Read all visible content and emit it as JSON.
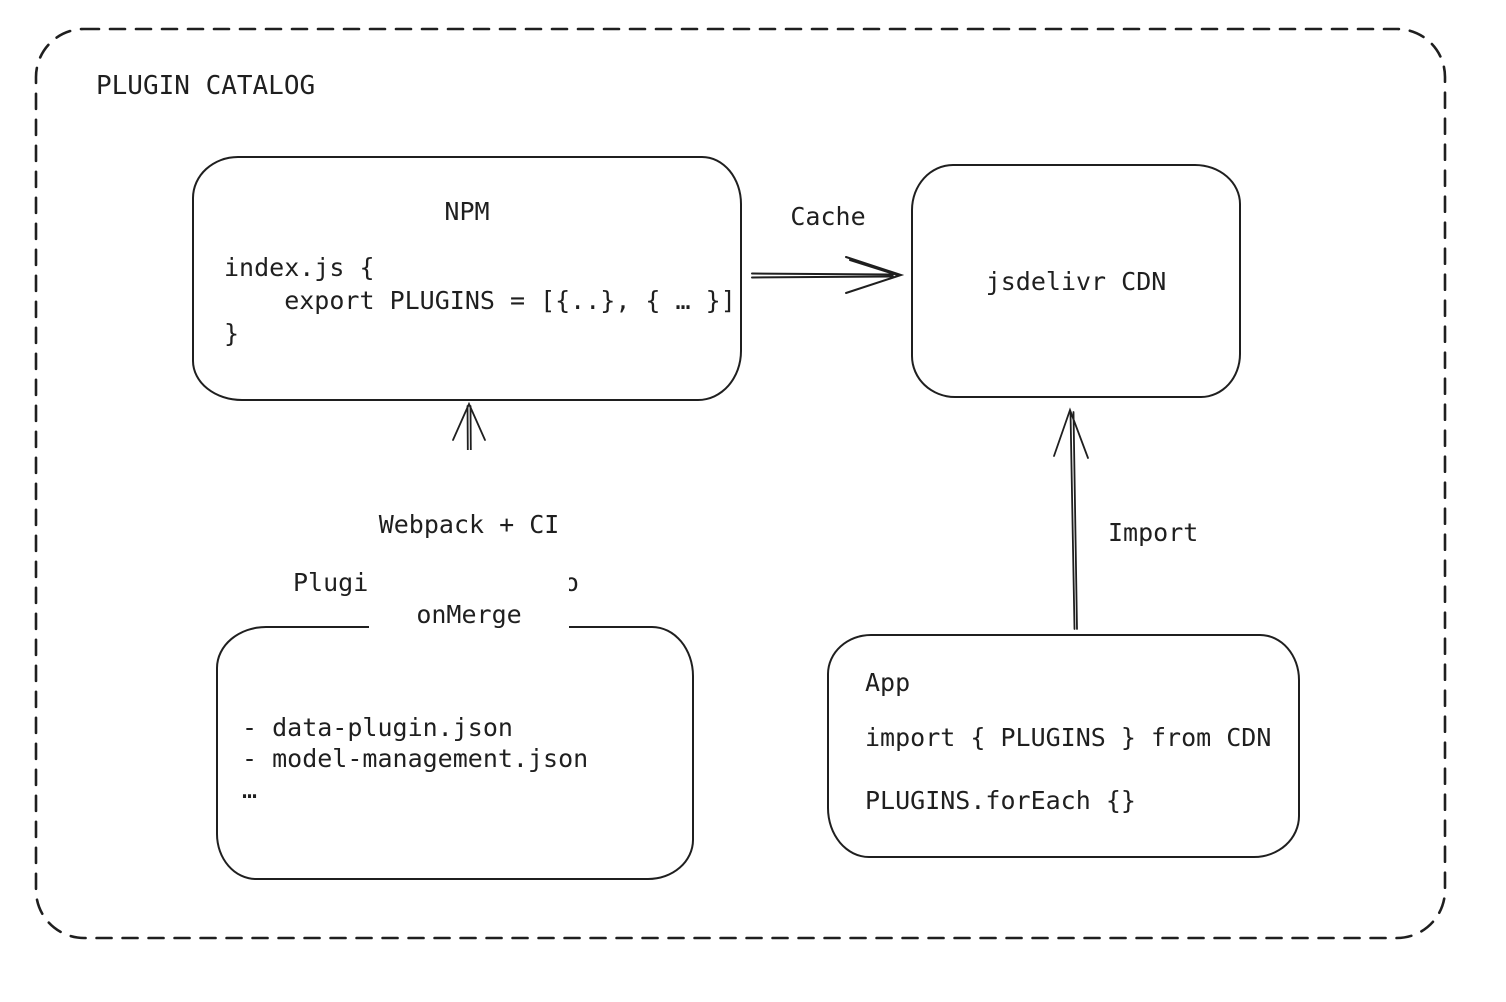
{
  "title": "PLUGIN CATALOG",
  "colors": {
    "ink": "#1f1f1f",
    "background": "#ffffff"
  },
  "nodes": {
    "npm": {
      "title": "NPM",
      "code": [
        "index.js {",
        "    export PLUGINS = [{..}, { … }]",
        "}"
      ]
    },
    "cdn": {
      "label": "jsdelivr CDN"
    },
    "repo": {
      "label": "Plugin Catalog Repo",
      "items": [
        "- data-plugin.json",
        "- model-management.json",
        "…"
      ]
    },
    "app": {
      "title": "App",
      "code": [
        "import { PLUGINS } from CDN",
        "PLUGINS.forEach {}"
      ]
    }
  },
  "edges": {
    "cache": {
      "label": "Cache"
    },
    "webpack": {
      "label_line1": "Webpack + CI",
      "label_line2": "onMerge"
    },
    "import": {
      "label": "Import"
    }
  }
}
